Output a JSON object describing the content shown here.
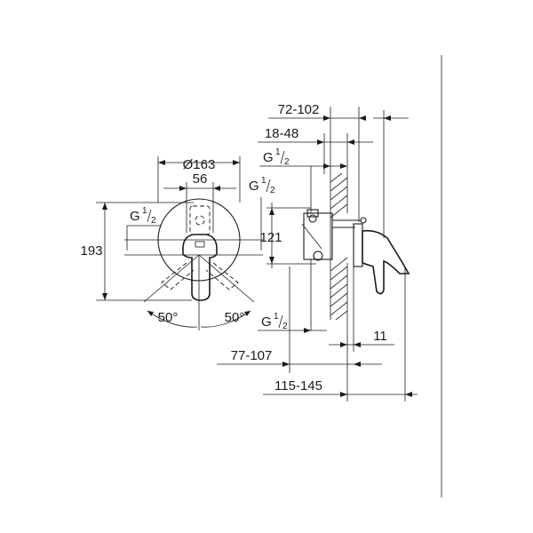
{
  "front_view": {
    "diameter": "Ø163",
    "width_56": "56",
    "height_193": "193",
    "thread_left": {
      "g": "G",
      "num": "1",
      "den": "2"
    },
    "thread_right": {
      "g": "G",
      "num": "1",
      "den": "2"
    },
    "angle_left": "50°",
    "angle_right": "50°"
  },
  "side_view": {
    "dim_72_102": "72-102",
    "dim_18_48": "18-48",
    "thread_top": {
      "g": "G",
      "num": "1",
      "den": "2"
    },
    "dim_121": "121",
    "thread_bottom": {
      "g": "G",
      "num": "1",
      "den": "2"
    },
    "dim_77_107": "77-107",
    "dim_11": "11",
    "dim_115_145": "115-145"
  }
}
